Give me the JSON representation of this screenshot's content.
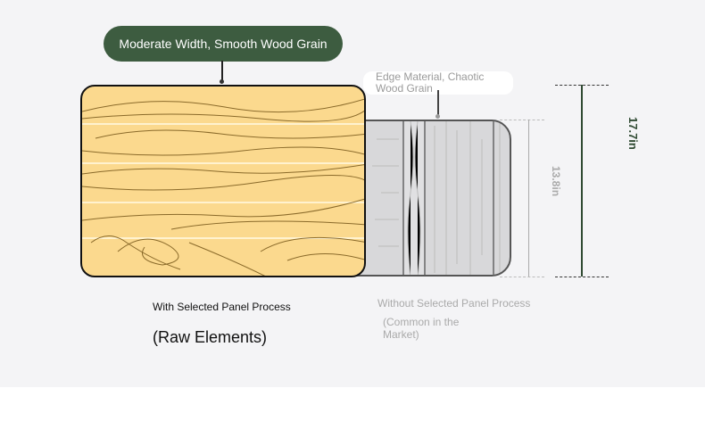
{
  "labels": {
    "good_callout": "Moderate Width, Smooth Wood Grain",
    "bad_callout": "Edge Material, Chaotic Wood Grain",
    "good_title": "With Selected Panel Process",
    "good_subtitle": "(Raw Elements)",
    "bad_title": "Without Selected Panel Process",
    "bad_subtitle": "(Common in the Market)"
  },
  "dimensions": {
    "small": "13.8in",
    "large": "17.7in"
  },
  "colors": {
    "accent": "#3d5c40",
    "wood": "#fbd98e",
    "gray_panel": "#d8d8da"
  }
}
